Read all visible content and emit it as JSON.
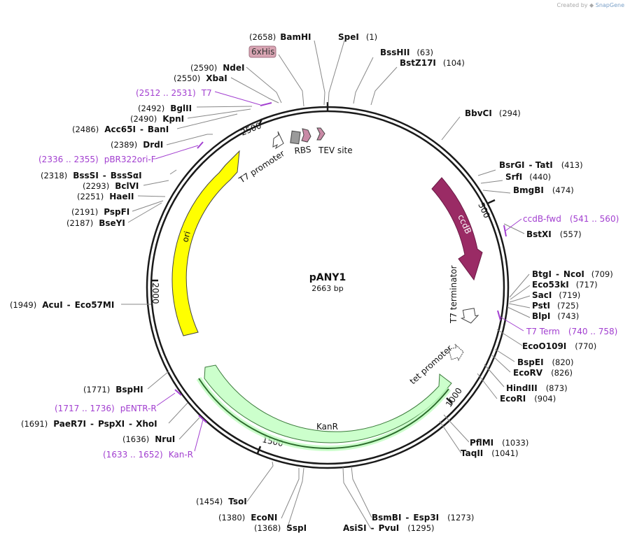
{
  "credit": {
    "prefix": "Created by",
    "brand": "SnapGene"
  },
  "plasmid": {
    "name": "pANY1",
    "length_label": "2663 bp"
  },
  "ruler": [
    "500",
    "1000",
    "1500",
    "2000",
    "2500"
  ],
  "sites": {
    "bamhi": {
      "pos": "(2658)",
      "name": "BamHI"
    },
    "spei": {
      "pos": "(1)",
      "name": "SpeI"
    },
    "bsshii": {
      "pos": "(63)",
      "name": "BssHII"
    },
    "bstz17i": {
      "pos": "(104)",
      "name": "BstZ17I"
    },
    "bbvci": {
      "pos": "(294)",
      "name": "BbvCI"
    },
    "bsrgi": {
      "pos": "(413)",
      "name1": "BsrGI",
      "name2": "TatI"
    },
    "srfi": {
      "pos": "(440)",
      "name": "SrfI"
    },
    "bmgbi": {
      "pos": "(474)",
      "name": "BmgBI"
    },
    "bstxi": {
      "pos": "(557)",
      "name": "BstXI"
    },
    "btgi": {
      "pos": "(709)",
      "name1": "BtgI",
      "name2": "NcoI"
    },
    "eco53ki": {
      "pos": "(717)",
      "name": "Eco53kI"
    },
    "saci": {
      "pos": "(719)",
      "name": "SacI"
    },
    "psti": {
      "pos": "(725)",
      "name": "PstI"
    },
    "blpi": {
      "pos": "(743)",
      "name": "BlpI"
    },
    "eco0109i": {
      "pos": "(770)",
      "name": "EcoO109I"
    },
    "bspei": {
      "pos": "(820)",
      "name": "BspEI"
    },
    "ecorv": {
      "pos": "(826)",
      "name": "EcoRV"
    },
    "hindiii": {
      "pos": "(873)",
      "name": "HindIII"
    },
    "ecori": {
      "pos": "(904)",
      "name": "EcoRI"
    },
    "pflmi": {
      "pos": "(1033)",
      "name": "PflMI"
    },
    "taqii": {
      "pos": "(1041)",
      "name": "TaqII"
    },
    "bsmbi": {
      "pos": "(1273)",
      "name1": "BsmBI",
      "name2": "Esp3I"
    },
    "asisi": {
      "pos": "(1295)",
      "name1": "AsiSI",
      "name2": "PvuI"
    },
    "sspi": {
      "pos": "(1368)",
      "name": "SspI"
    },
    "econi": {
      "pos": "(1380)",
      "name": "EcoNI"
    },
    "tsoi": {
      "pos": "(1454)",
      "name": "TsoI"
    },
    "nrui": {
      "pos": "(1636)",
      "name": "NruI"
    },
    "paer7i": {
      "pos": "(1691)",
      "name1": "PaeR7I",
      "name2": "PspXI",
      "name3": "XhoI"
    },
    "bsphi": {
      "pos": "(1771)",
      "name": "BspHI"
    },
    "acui": {
      "pos": "(1949)",
      "name1": "AcuI",
      "name2": "Eco57MI"
    },
    "bseyi": {
      "pos": "(2187)",
      "name": "BseYI"
    },
    "pspfi": {
      "pos": "(2191)",
      "name": "PspFI"
    },
    "haeii": {
      "pos": "(2251)",
      "name": "HaeII"
    },
    "bclvi": {
      "pos": "(2293)",
      "name": "BclVI"
    },
    "bsssi": {
      "pos": "(2318)",
      "name1": "BssSI",
      "name2": "BssSαI"
    },
    "drdi": {
      "pos": "(2389)",
      "name": "DrdI"
    },
    "acc65i": {
      "pos": "(2486)",
      "name1": "Acc65I",
      "name2": "BanI"
    },
    "kpni": {
      "pos": "(2490)",
      "name": "KpnI"
    },
    "bglii": {
      "pos": "(2492)",
      "name": "BglII"
    },
    "xbai": {
      "pos": "(2550)",
      "name": "XbaI"
    },
    "ndei": {
      "pos": "(2590)",
      "name": "NdeI"
    }
  },
  "primers": {
    "t7": {
      "range": "(2512 .. 2531)",
      "name": "T7"
    },
    "pbr322ori": {
      "range": "(2336 .. 2355)",
      "name": "pBR322ori-F"
    },
    "ccdbfwd": {
      "name": "ccdB-fwd",
      "range": "(541 .. 560)"
    },
    "t7term": {
      "name": "T7 Term",
      "range": "(740 .. 758)"
    },
    "pentr": {
      "range": "(1717 .. 1736)",
      "name": "pENTR-R"
    },
    "kanr": {
      "range": "(1633 .. 1652)",
      "name": "Kan-R"
    }
  },
  "features": {
    "sixhis": "6xHis",
    "rbs": "RBS",
    "tev": "TEV site",
    "t7promoter": "T7 promoter",
    "ori": "ori",
    "ccdb": "ccdB",
    "t7terminator": "T7 terminator",
    "tetpromoter": "tet promoter",
    "kanr": "KanR"
  },
  "colors": {
    "backbone": "#1a1a1a",
    "ori": "#ffff00",
    "ccdb": "#9a2b65",
    "kanr": "#ccffcc",
    "kanr_primer": "#2e8b2e",
    "primer": "#a23fd0",
    "his_tag": "#d9a5b3",
    "rbs": "#9a9a9a",
    "tev": "#c98aa6"
  }
}
